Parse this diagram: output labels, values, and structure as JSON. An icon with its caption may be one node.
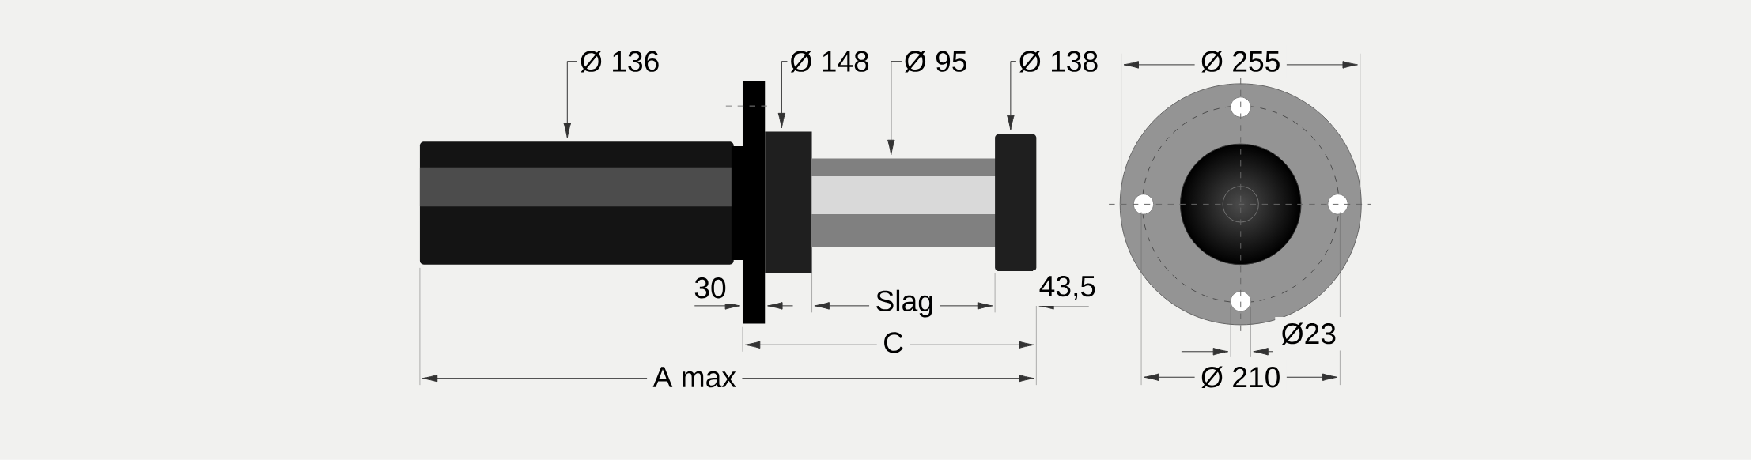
{
  "diagram": {
    "nodes": [
      {
        "text": [
          "Ø 136"
        ]
      },
      {
        "text": [
          "Ø 148"
        ]
      },
      {
        "text": [
          "Ø 95"
        ]
      },
      {
        "text": [
          "Ø 138"
        ]
      }
    ],
    "edges": [
      {
        "from": 0,
        "to": null,
        "arrow": "to"
      },
      {
        "from": 1,
        "to": null,
        "arrow": "to"
      },
      {
        "from": 2,
        "to": null,
        "arrow": "to"
      },
      {
        "from": 3,
        "to": null,
        "arrow": "to"
      }
    ],
    "labels": [
      "Ø 255",
      "30",
      "Slag",
      "43,5",
      "Ø23",
      "C",
      "Ø 210",
      "A max"
    ]
  }
}
